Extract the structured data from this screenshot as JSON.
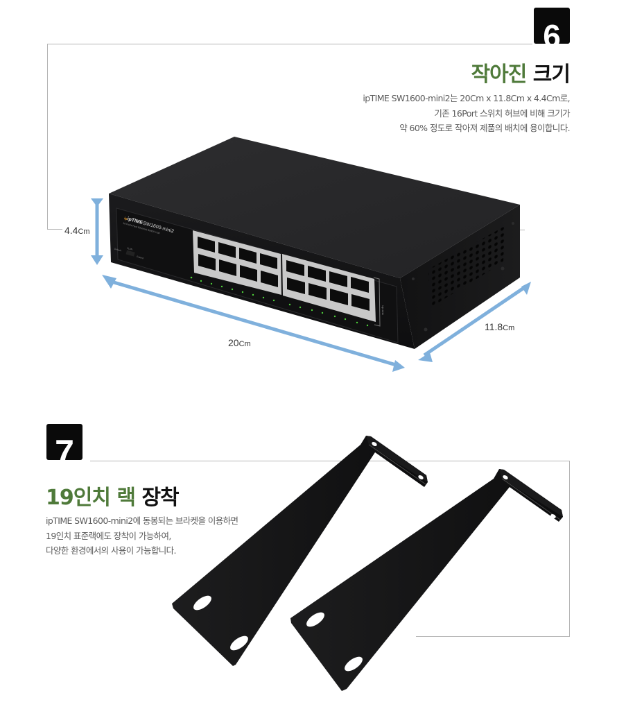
{
  "section6": {
    "number": "6",
    "title_highlight": "작아진",
    "title_rest": "크기",
    "description": [
      "ipTIME SW1600-mini2는 20Cm x 11.8Cm x 4.4Cm로,",
      "기존 16Port 스위치 허브에 비해 크기가",
      "약 60% 정도로 작아져 제품의 배치에 용이합니다."
    ],
    "product": {
      "brand": "ipTIME",
      "model": "SW1600-mini2",
      "subtitle": "16 Ports Fast Ethernet Switch Hub",
      "switch_labels": {
        "vlan": "VLAN",
        "default": "Default",
        "extend": "Extend"
      },
      "uplink_label": "Up-Link",
      "port_count": 16
    },
    "dimensions": {
      "height": {
        "value": "4.4",
        "unit": "Cm"
      },
      "width": {
        "value": "20",
        "unit": "Cm"
      },
      "depth": {
        "value": "11.8",
        "unit": "Cm"
      }
    }
  },
  "section7": {
    "number": "7",
    "title_highlight": "19인치 랙",
    "title_rest": "장착",
    "description": [
      "ipTIME SW1600-mini2에 동봉되는 브라켓을 이용하면",
      "19인치 표준랙에도 장착이 가능하여,",
      "다양한 환경에서의 사용이 가능합니다."
    ]
  },
  "colors": {
    "title_green": "#4f7a3a",
    "dimension_arrow": "#7fb0dc",
    "frame_line": "#b5b5b5",
    "number_box": "#0a0a0a"
  }
}
